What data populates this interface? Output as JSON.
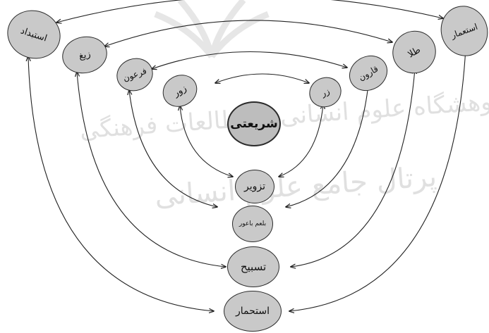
{
  "watermark": {
    "line1": "پژوهشگاه علوم انسانی و مطالعات فرهنگی",
    "line2": "پرتال جامع علوم انسانی"
  },
  "diagram": {
    "center": "شریعتی",
    "left_branch": [
      "استبداد",
      "زیغ",
      "فرعون",
      "زور"
    ],
    "right_branch": [
      "استعمار",
      "طلا",
      "قارون",
      "زر"
    ],
    "bottom_column": [
      "تزویر",
      "بلعم باعور",
      "تسبیح",
      "استحمار"
    ]
  }
}
